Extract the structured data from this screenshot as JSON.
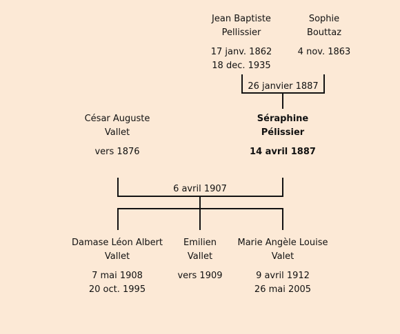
{
  "colors": {
    "background": "#fce9d6",
    "lines": "#111111"
  },
  "grandparents": {
    "father": {
      "name_line1": "Jean Baptiste",
      "name_line2": "Pellissier",
      "birth": "17 janv. 1862",
      "death": "18 dec. 1935"
    },
    "mother": {
      "name_line1": "Sophie",
      "name_line2": "Bouttaz",
      "birth": "4 nov. 1863"
    },
    "marriage": "26 janvier 1887"
  },
  "parents": {
    "father": {
      "name_line1": "César Auguste",
      "name_line2": "Vallet",
      "birth": "vers 1876"
    },
    "mother": {
      "name_line1": "Séraphine",
      "name_line2": "Pélissier",
      "birth": "14 avril 1887"
    },
    "marriage": "6 avril 1907"
  },
  "children": [
    {
      "name_line1": "Damase Léon Albert",
      "name_line2": "Vallet",
      "birth": "7 mai 1908",
      "death": "20 oct. 1995"
    },
    {
      "name_line1": "Emilien",
      "name_line2": "Vallet",
      "birth": "vers 1909"
    },
    {
      "name_line1": "Marie Angèle Louise",
      "name_line2": "Valet",
      "birth": "9 avril 1912",
      "death": "26 mai 2005"
    }
  ]
}
